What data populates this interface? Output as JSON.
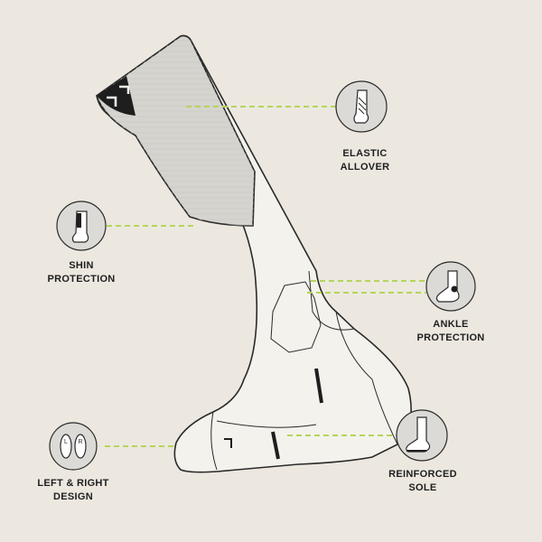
{
  "colors": {
    "background": "#ece8e0",
    "sock_fill": "#f4f2ec",
    "sock_upper": "#d6d4cf",
    "outline": "#2a2a2a",
    "leader_line": "#b5d55a",
    "badge_fill": "#dcdad6"
  },
  "callouts": [
    {
      "id": "elastic",
      "icon": "sock-compression-icon",
      "line1": "ELASTIC",
      "line2": "ALLOVER"
    },
    {
      "id": "shin",
      "icon": "shin-sock-icon",
      "line1": "SHIN",
      "line2": "PROTECTION"
    },
    {
      "id": "ankle",
      "icon": "ankle-sock-icon",
      "line1": "ANKLE",
      "line2": "PROTECTION"
    },
    {
      "id": "leftright",
      "icon": "left-right-footprint-icon",
      "line1": "LEFT & RIGHT",
      "line2": "DESIGN",
      "badge_left": "L",
      "badge_right": "R"
    },
    {
      "id": "sole",
      "icon": "reinforced-sole-icon",
      "line1": "REINFORCED",
      "line2": "SOLE"
    }
  ]
}
